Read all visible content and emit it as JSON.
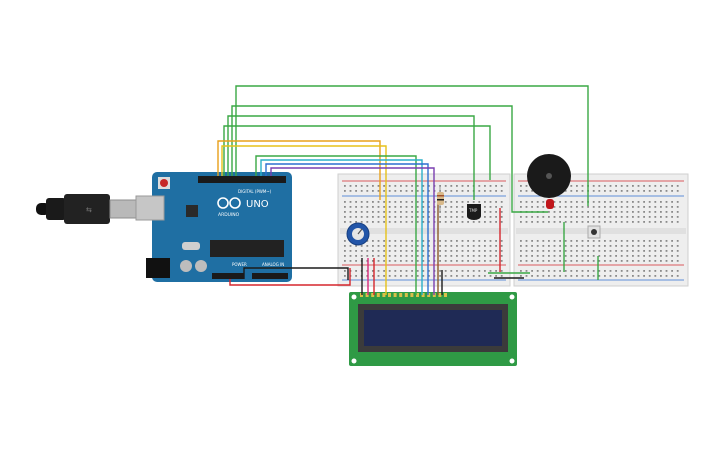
{
  "arduino": {
    "brand": "ARDUINO",
    "model": "UNO",
    "digital_label": "DIGITAL (PWM~)",
    "power_label": "POWER",
    "analog_label": "ANALOG IN",
    "board_color": "#1f6fa3"
  },
  "components": {
    "temp_sensor_label": "TMP",
    "lcd_screen_color": "#1f2a55",
    "lcd_board_color": "#2f9a45",
    "buzzer_color": "#1a1a1a",
    "led_color": "#c0161b"
  },
  "wire_colors": {
    "green": "#3aa845",
    "orange": "#e8a01a",
    "yellow": "#e6c21a",
    "blue": "#2d6fd0",
    "purple": "#7a3fb0",
    "red": "#d5272d",
    "black": "#1b1b1b",
    "pink": "#d8297a",
    "brown": "#8a5a2b",
    "cyan": "#2ab0c8"
  }
}
